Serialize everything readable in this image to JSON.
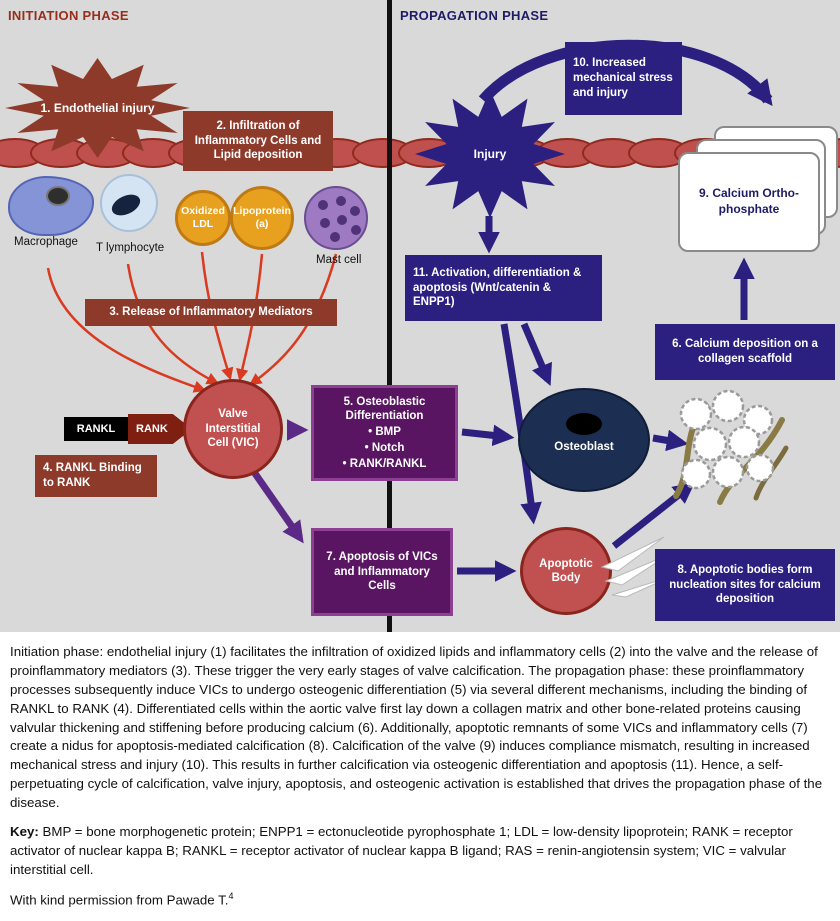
{
  "figure": {
    "initiation_title": "INITIATION PHASE",
    "propagation_title": "PROPAGATION PHASE"
  },
  "initiation": {
    "step1": "1. Endothelial injury",
    "step2": "2. Infiltration of Inflammatory Cells and Lipid deposition",
    "step3": "3. Release of Inflammatory Mediators",
    "step4": "4. RANKL Binding to RANK",
    "rankl": "RANKL",
    "rank": "RANK",
    "vic": "Valve Interstitial Cell (VIC)",
    "step5_title": "5. Osteoblastic Differentiation",
    "step5_bullets": [
      "• BMP",
      "• Notch",
      "• RANK/RANKL"
    ],
    "step7": "7. Apoptosis of VICs and Inflammatory Cells",
    "cells": {
      "macrophage": "Macrophage",
      "t_lymphocyte": "T lymphocyte",
      "oxidized_ldl": "Oxidized LDL",
      "lipoprotein_a": "Lipoprotein (a)",
      "mast_cell": "Mast cell"
    }
  },
  "propagation": {
    "injury": "Injury",
    "step10": "10. Increased mechanical stress and injury",
    "step11": "11. Activation, differentiation & apoptosis (Wnt/catenin & ENPP1)",
    "step9": "9. Calcium Ortho-phosphate",
    "step6": "6. Calcium deposition on a collagen scaffold",
    "osteoblast": "Osteoblast",
    "apoptotic_body": "Apoptotic Body",
    "step8": "8. Apoptotic bodies form nucleation sites for calcium deposition"
  },
  "caption": {
    "body": "Initiation phase: endothelial injury (1) facilitates the infiltration of oxidized lipids and inflammatory cells (2) into the valve and the release of proinflammatory mediators (3). These trigger the very early stages of valve calcification. The propagation phase: these proinflammatory processes subsequently induce VICs to undergo osteogenic differentiation (5) via several different mechanisms, including the binding of RANKL to RANK (4). Differentiated cells within the aortic valve first lay down a collagen matrix and other bone-related proteins causing valvular thickening and stiffening before producing calcium (6). Additionally, apoptotic remnants of some VICs and inflammatory cells (7) create a nidus for apoptosis-mediated calcification (8). Calcification of the valve (9) induces compliance mismatch, resulting in increased mechanical stress and injury (10). This results in further calcification via osteogenic differentiation and apoptosis (11). Hence, a self-perpetuating cycle of calcification, valve injury, apoptosis, and osteogenic activation is established that drives the propagation phase of the disease.",
    "key_label": "Key:",
    "key_text": " BMP = bone morphogenetic protein; ENPP1 = ectonucleotide pyrophosphate 1; LDL = low-density lipoprotein; RANK = receptor activator of nuclear kappa B; RANKL = receptor activator of nuclear kappa B ligand; RAS = renin-angiotensin system; VIC = valvular interstitial cell.",
    "credit": "With kind permission from Pawade T.",
    "credit_sup": "4"
  },
  "colors": {
    "initiation_accent": "#8e3a2b",
    "propagation_accent": "#2b2080",
    "purple_box": "#591562",
    "cell_rose": "#c15150",
    "endothelium": "#c0504d",
    "diagram_background": "#d9d9d9"
  }
}
